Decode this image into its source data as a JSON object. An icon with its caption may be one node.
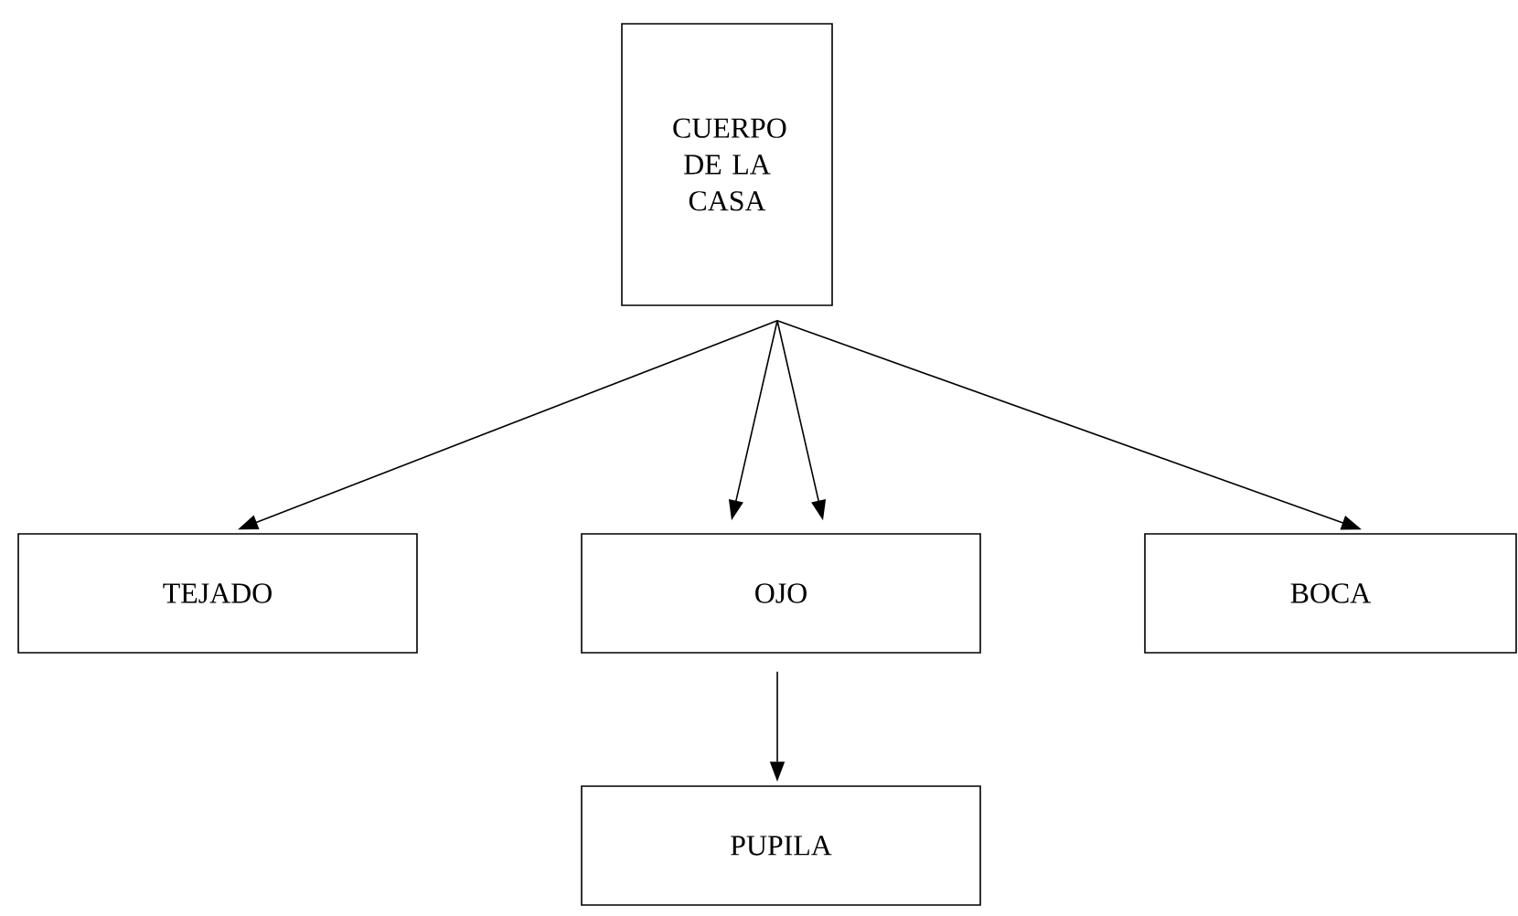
{
  "diagram": {
    "nodes": [
      {
        "text": [
          "CUERPO DE LA CASA"
        ]
      },
      {
        "text": [
          "TEJADO"
        ]
      },
      {
        "text": [
          "OJO"
        ]
      },
      {
        "text": [
          "BOCA"
        ]
      },
      {
        "text": [
          "PUPILA"
        ]
      }
    ],
    "edges": [
      {
        "from": 0,
        "to": 1,
        "arrow": "to"
      },
      {
        "from": 0,
        "to": 2,
        "arrow": "to"
      },
      {
        "from": 0,
        "to": 2,
        "arrow": "to"
      },
      {
        "from": 0,
        "to": 3,
        "arrow": "to"
      },
      {
        "from": 2,
        "to": 4,
        "arrow": "to"
      }
    ]
  }
}
